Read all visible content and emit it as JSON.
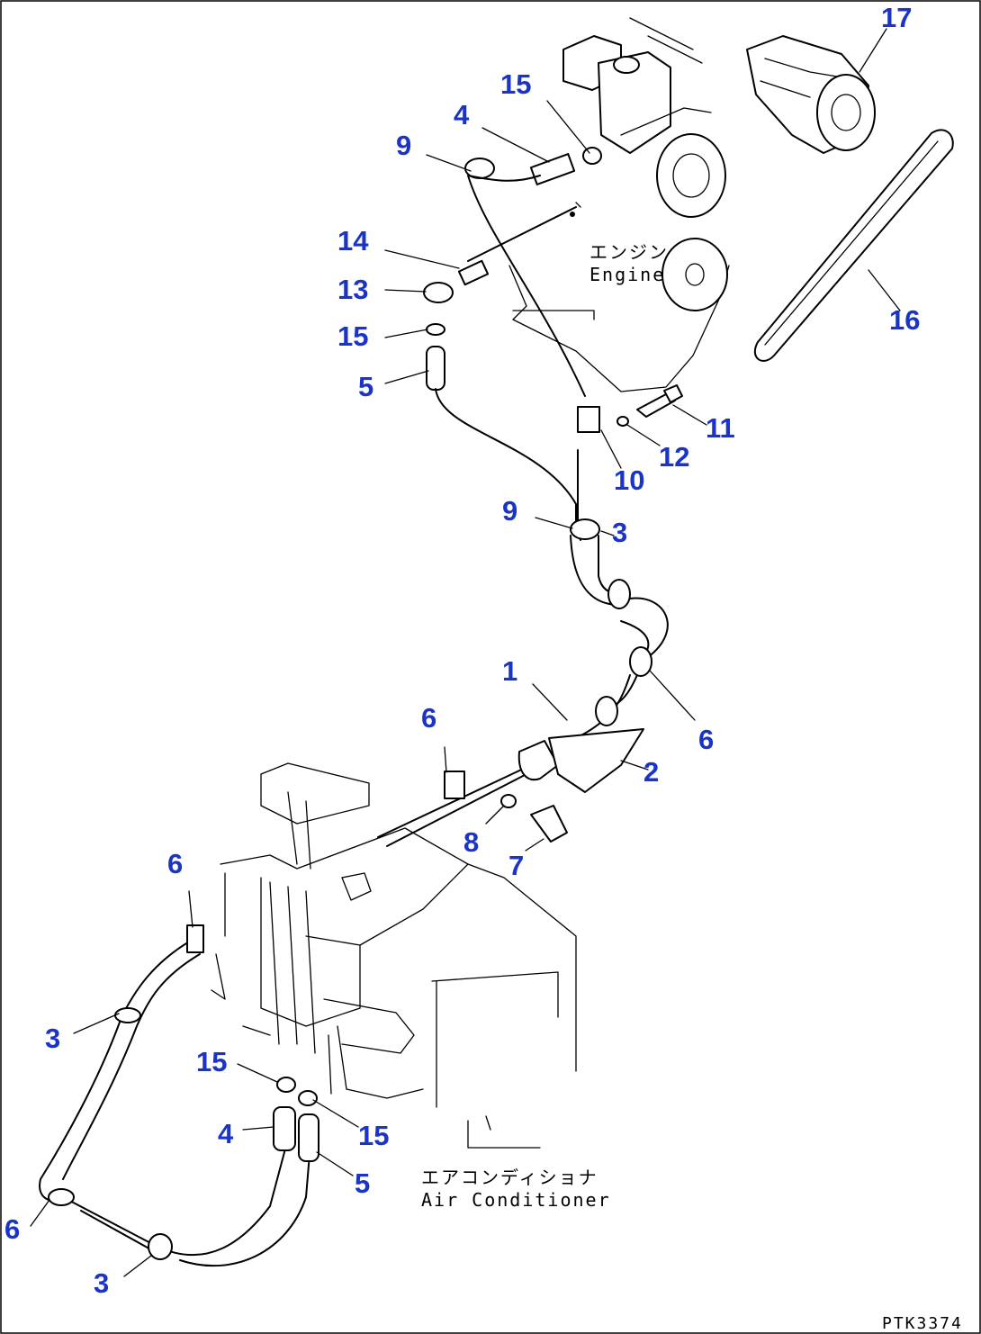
{
  "callouts": [
    {
      "label": "17"
    },
    {
      "label": "15"
    },
    {
      "label": "4"
    },
    {
      "label": "9"
    },
    {
      "label": "14"
    },
    {
      "label": "13"
    },
    {
      "label": "15"
    },
    {
      "label": "5"
    },
    {
      "label": "16"
    },
    {
      "label": "11"
    },
    {
      "label": "12"
    },
    {
      "label": "10"
    },
    {
      "label": "9"
    },
    {
      "label": "3"
    },
    {
      "label": "1"
    },
    {
      "label": "6"
    },
    {
      "label": "6"
    },
    {
      "label": "2"
    },
    {
      "label": "8"
    },
    {
      "label": "7"
    },
    {
      "label": "6"
    },
    {
      "label": "3"
    },
    {
      "label": "15"
    },
    {
      "label": "4"
    },
    {
      "label": "15"
    },
    {
      "label": "5"
    },
    {
      "label": "6"
    },
    {
      "label": "3"
    }
  ],
  "captions": {
    "engine_jp": "エンジン",
    "engine_en": "Engine",
    "aircon_jp": "エアコンディショナ",
    "aircon_en": "Air Conditioner"
  },
  "drawing_code": "PTK3374",
  "colors": {
    "callout": "#1a34c8",
    "line": "#000000",
    "background": "#ffffff"
  }
}
